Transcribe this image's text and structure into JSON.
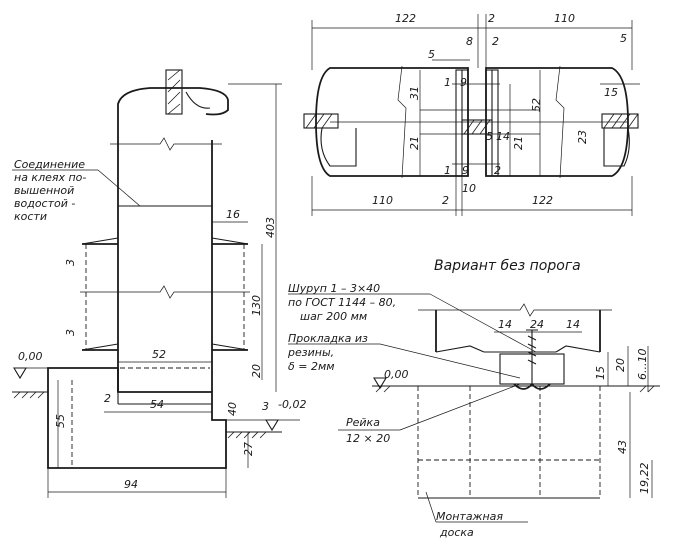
{
  "top_view": {
    "dims": {
      "w_left_top": "122",
      "gap_top": "2",
      "w_right_top": "110",
      "d8": "8",
      "d2a": "2",
      "d5_left": "5",
      "d5_right": "5",
      "d1a": "1",
      "d9a": "9",
      "d31": "31",
      "d52": "52",
      "d15": "15",
      "d14": "14",
      "d5_mid": "5",
      "d21a": "21",
      "d21b": "21",
      "d23": "23",
      "d1b": "1",
      "d9b": "9",
      "d2b": "2",
      "d10": "10",
      "w_left_bot": "110",
      "gap_bot": "2",
      "w_right_bot": "122"
    }
  },
  "left_view": {
    "connection_label": [
      "Соединение",
      "на клеях по-",
      "вышенной",
      "водостой -",
      "кости"
    ],
    "dims": {
      "d403": "403",
      "d16": "16",
      "d3a": "3",
      "d130": "130",
      "d3b": "3",
      "d52": "52",
      "d20": "20",
      "level_000": "0,00",
      "d2": "2",
      "d54": "54",
      "d40": "40",
      "d3c": "3",
      "level_002": "-0,02",
      "d55": "55",
      "d27": "27",
      "d94": "94"
    }
  },
  "right_view": {
    "title": "Вариант без порога",
    "screw_label": [
      "Шуруп 1 – 3×40",
      "по ГОСТ 1144 – 80,",
      "шаг 200 мм"
    ],
    "gasket_label": [
      "Прокладка из",
      "резины,",
      "δ = 2мм"
    ],
    "rail_label": [
      "Рейка",
      "12 × 20"
    ],
    "board_label": [
      "Монтажная",
      "доска"
    ],
    "dims": {
      "d14a": "14",
      "d24": "24",
      "d14b": "14",
      "level_000": "0,00",
      "d15": "15",
      "d20": "20",
      "d6_10": "6...10",
      "d43": "43",
      "d19_22": "19,22"
    }
  }
}
